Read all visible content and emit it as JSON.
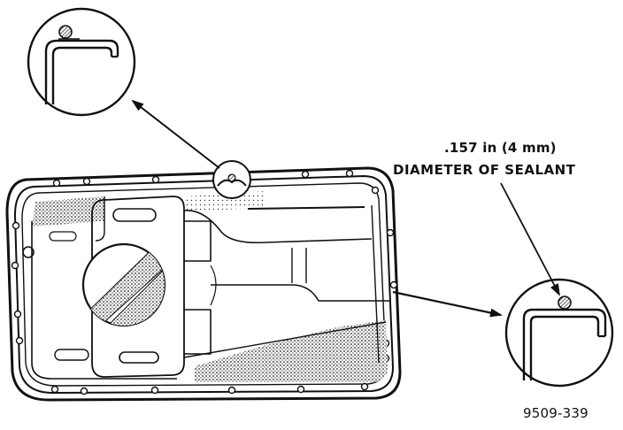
{
  "annotation": {
    "spec_line1": ".157 in (4 mm)",
    "spec_line2": "DIAMETER OF SEALANT"
  },
  "figure_id": "9509-339"
}
